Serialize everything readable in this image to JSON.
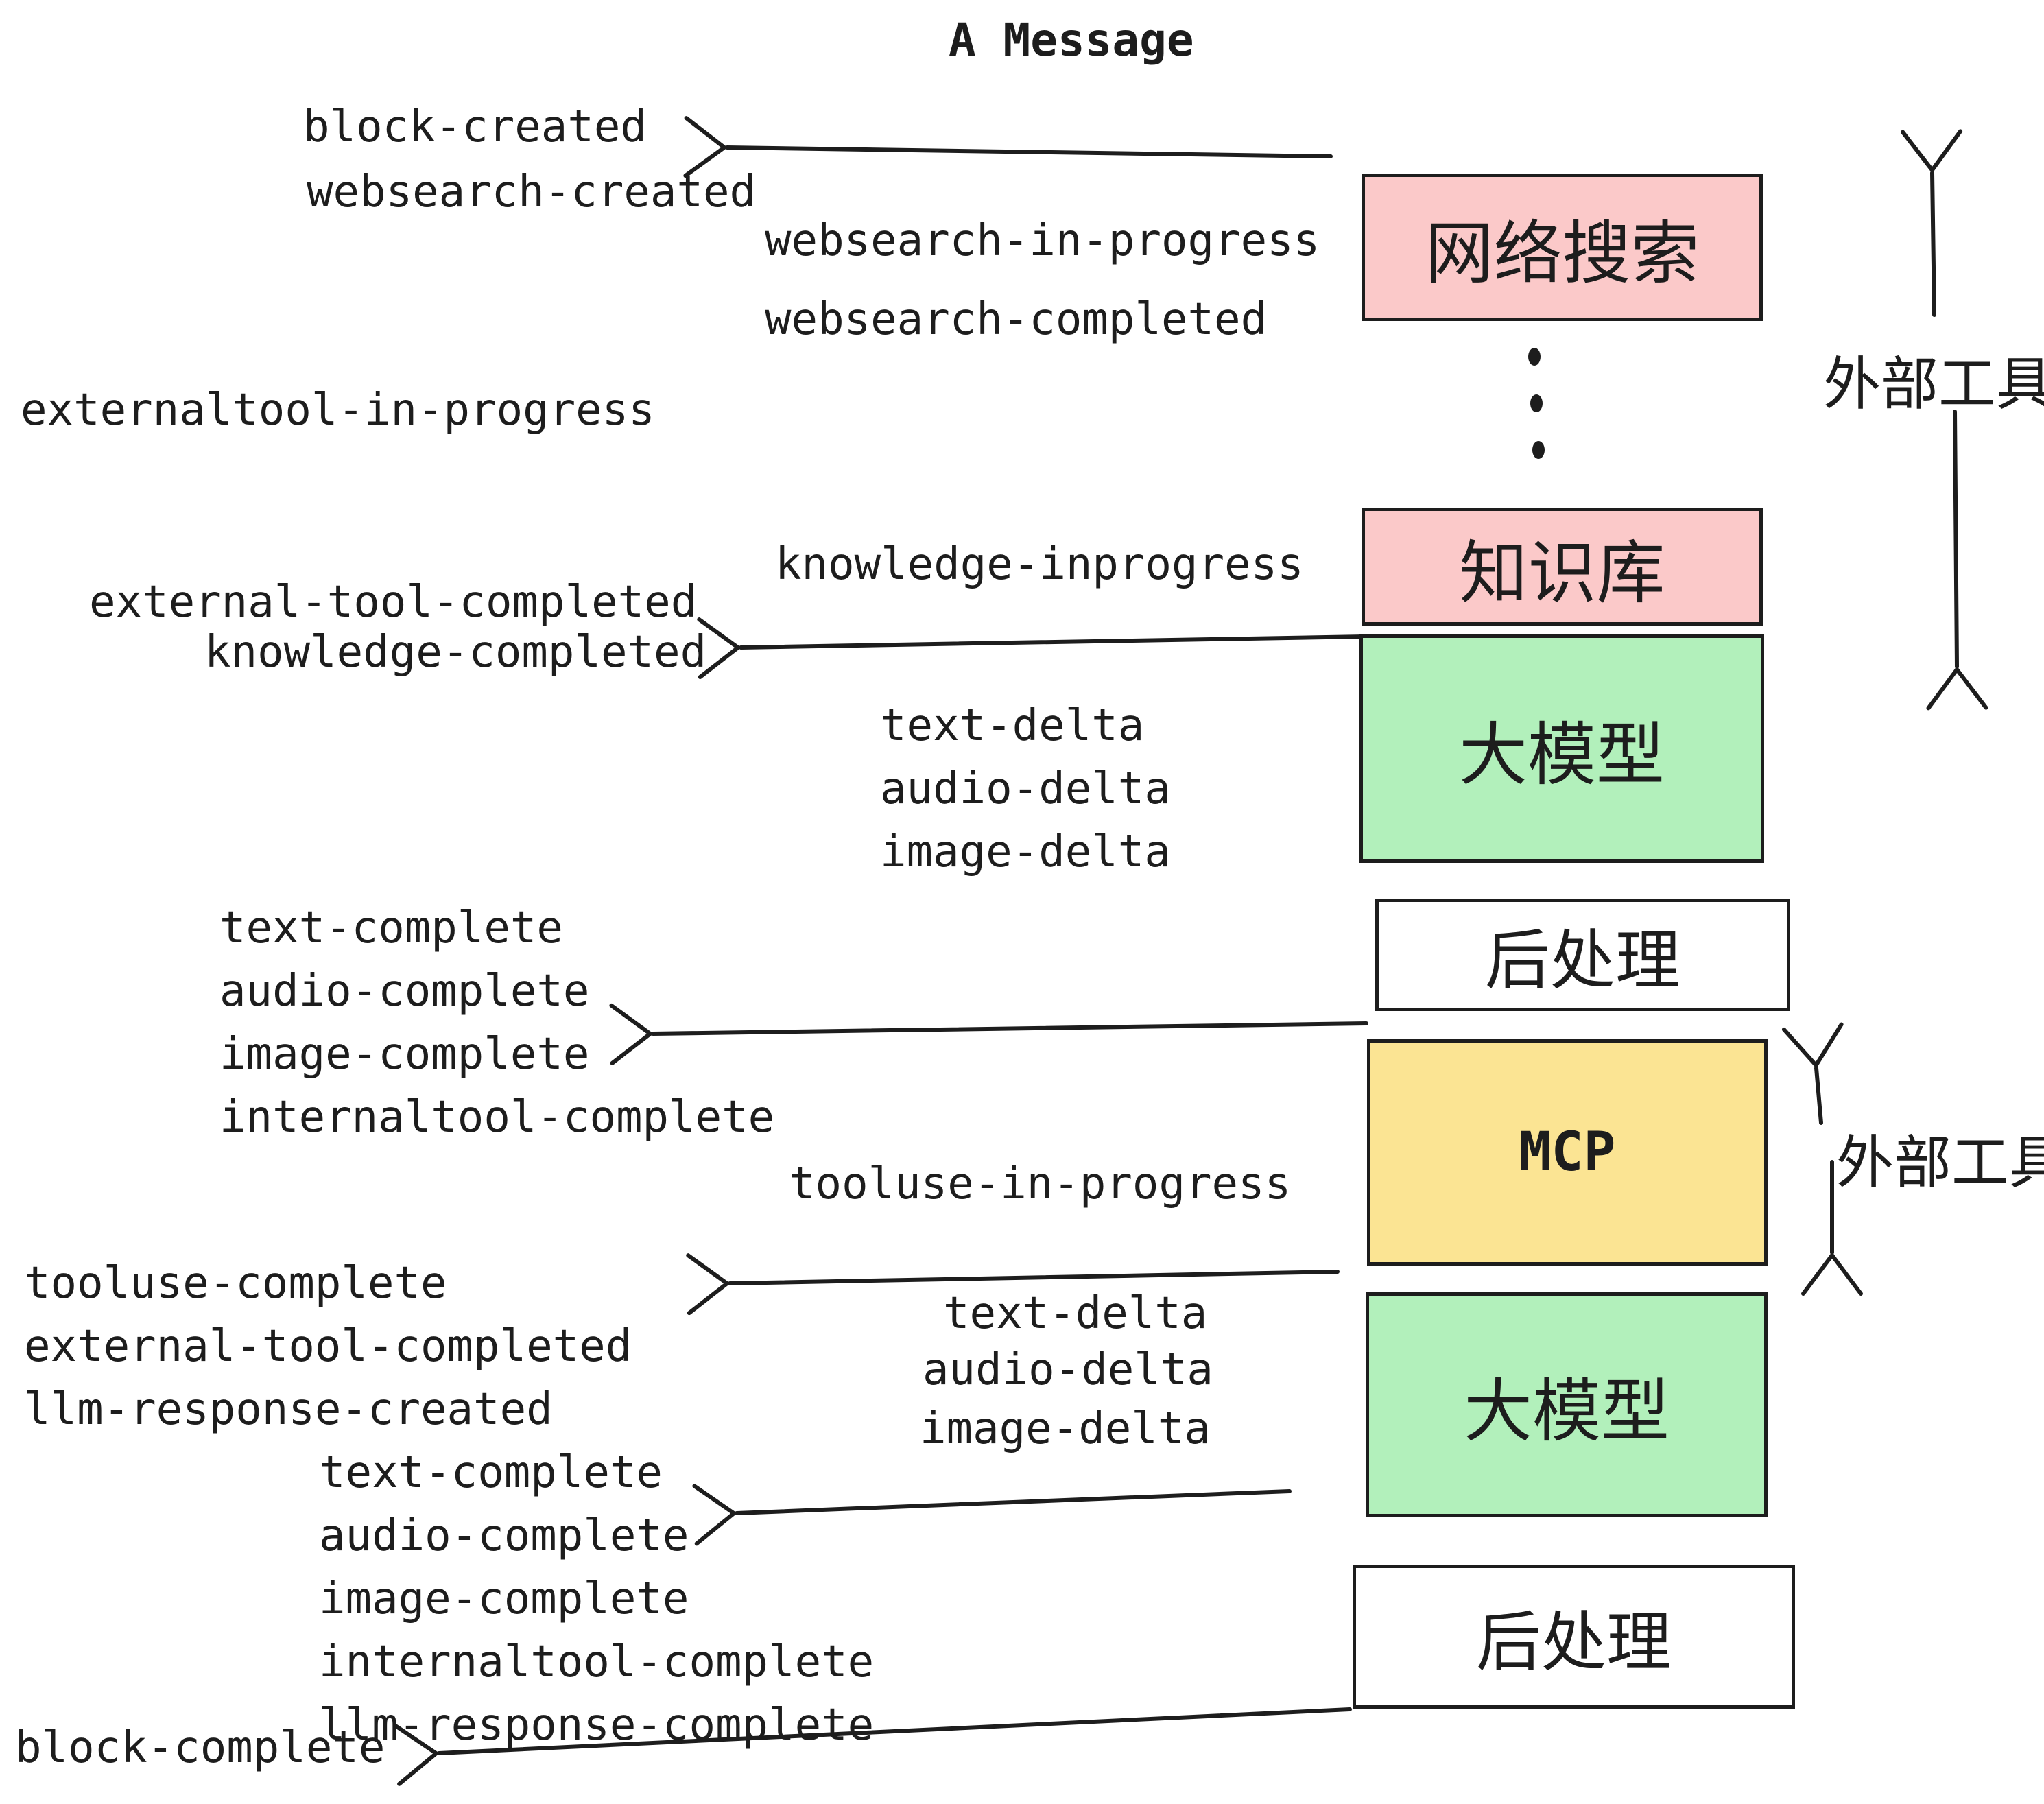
{
  "title": "A Message",
  "colors": {
    "pink": "#FBC9C9",
    "green": "#B2F0BB",
    "yellow": "#FBE493",
    "ink": "#1d1d1d",
    "background": "#ffffff"
  },
  "boxes": {
    "websearch": "网络搜索",
    "knowledge": "知识库",
    "llm1": "大模型",
    "post1": "后处理",
    "mcp": "MCP",
    "llm2": "大模型",
    "post2": "后处理"
  },
  "side_labels": {
    "external_tools_top": "外部工具",
    "external_tools_mcp": "外部工具"
  },
  "events": {
    "block_created": "block-created",
    "websearch_created": "websearch-created",
    "websearch_in_progress": "websearch-in-progress",
    "websearch_completed": "websearch-completed",
    "externaltool_in_progress": "externaltool-in-progress",
    "knowledge_inprogress": "knowledge-inprogress",
    "external_tool_completed": "external-tool-completed",
    "knowledge_completed": "knowledge-completed",
    "text_delta": "text-delta",
    "audio_delta": "audio-delta",
    "image_delta": "image-delta",
    "text_complete": "text-complete",
    "audio_complete": "audio-complete",
    "image_complete": "image-complete",
    "internaltool_complete": "internaltool-complete",
    "tooluse_in_progress": "tooluse-in-progress",
    "tooluse_complete": "tooluse-complete",
    "external_tool_completed_2": "external-tool-completed",
    "llm_response_created": "llm-response-created",
    "text_delta_2": "text-delta",
    "audio_delta_2": "audio-delta",
    "image_delta_2": "image-delta",
    "text_complete_2": "text-complete",
    "audio_complete_2": "audio-complete",
    "image_complete_2": "image-complete",
    "internaltool_complete_2": "internaltool-complete",
    "llm_response_complete": "llm-response-complete",
    "block_complete": "block-complete"
  }
}
